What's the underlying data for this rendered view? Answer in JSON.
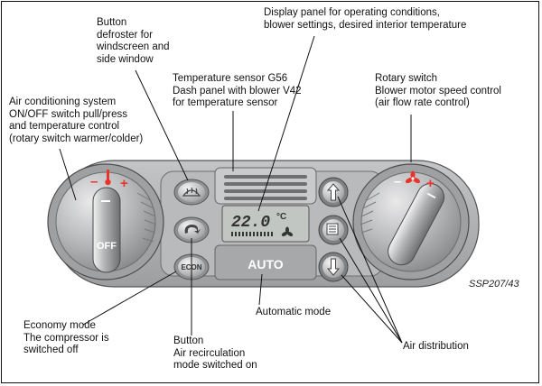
{
  "callouts": {
    "defroster": [
      "Button",
      "defroster for",
      "windscreen and",
      "side window"
    ],
    "display": [
      "Display panel for operating conditions,",
      "blower settings, desired interior temperature"
    ],
    "temp_sensor": [
      "Temperature sensor G56",
      "Dash panel with blower V42",
      "for temperature sensor"
    ],
    "rotary_blower": [
      "Rotary switch",
      "Blower motor speed control",
      "(air flow rate control)"
    ],
    "ac_system": [
      "Air conditioning system",
      "ON/OFF switch pull/press",
      "and temperature control",
      "(rotary switch warmer/colder)"
    ],
    "economy": [
      "Economy mode",
      "The compressor is",
      "switched off"
    ],
    "recirculation": [
      "Button",
      "Air recirculation",
      "mode switched on"
    ],
    "automatic": "Automatic mode",
    "air_distribution": "Air distribution"
  },
  "panel": {
    "display_temp": "22.0",
    "display_unit": "°C",
    "auto_label": "AUTO",
    "econ_label": "ECON",
    "off_label": "OFF",
    "minus": "–",
    "plus": "+"
  },
  "reference": "SSP207/43",
  "icons": [
    "defroster-icon",
    "recirculation-icon",
    "thermometer-icon",
    "fan-icon",
    "arrow-up-icon",
    "arrow-down-icon",
    "screen-vent-icon"
  ],
  "colors": {
    "accent_red": "#e8342a",
    "panel_gray": "#a9aaac",
    "knob_gray": "#8d8e90"
  }
}
